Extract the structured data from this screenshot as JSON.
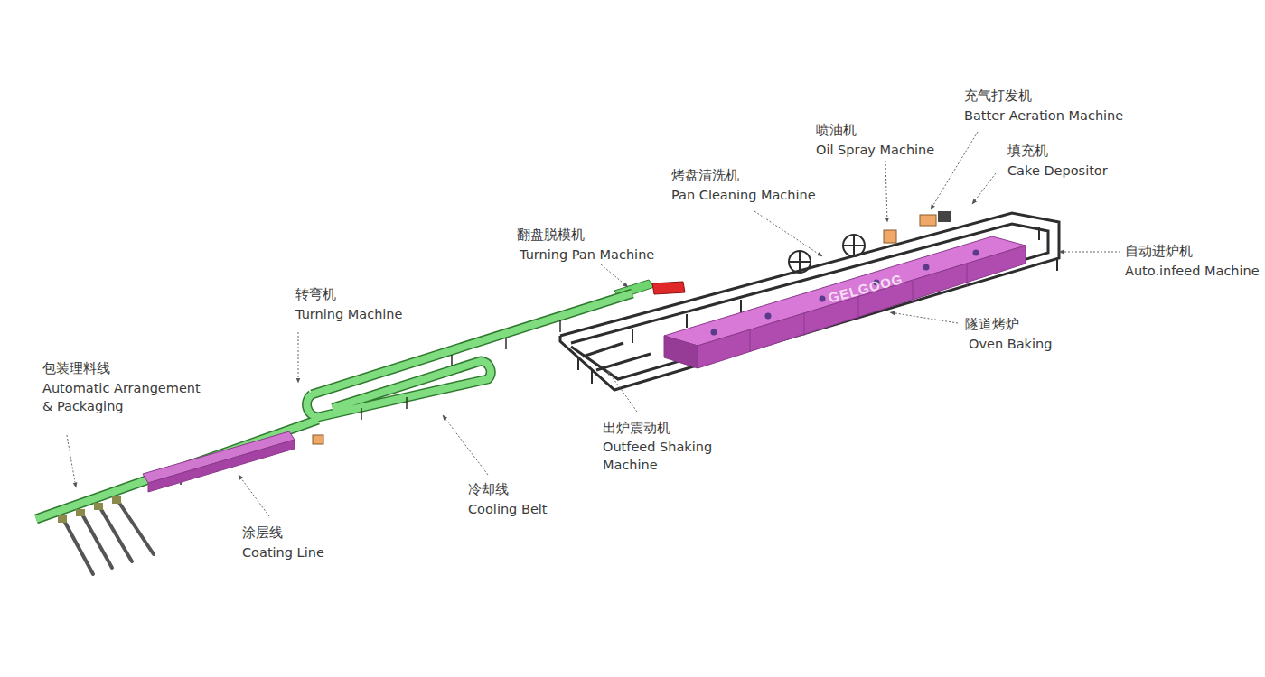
{
  "diagram": {
    "labels": [
      "充气打发机",
      "Batter Aeration Machine",
      "喷油机",
      "Oil Spray Machine",
      "填充机",
      "Cake Depositor",
      "烤盘清洗机",
      "Pan Cleaning Machine",
      "翻盘脱模机",
      "Turning Pan Machine",
      "自动进炉机",
      "Auto.infeed Machine",
      "转弯机",
      "Turning Machine",
      "隧道烤炉",
      "Oven Baking",
      "GELGOOG",
      "包装理料线",
      "Automatic Arrangement & Packaging",
      "出炉震动机",
      "Outfeed Shaking Machine",
      "冷却线",
      "Cooling Belt",
      "涂层线",
      "Coating Line"
    ]
  }
}
